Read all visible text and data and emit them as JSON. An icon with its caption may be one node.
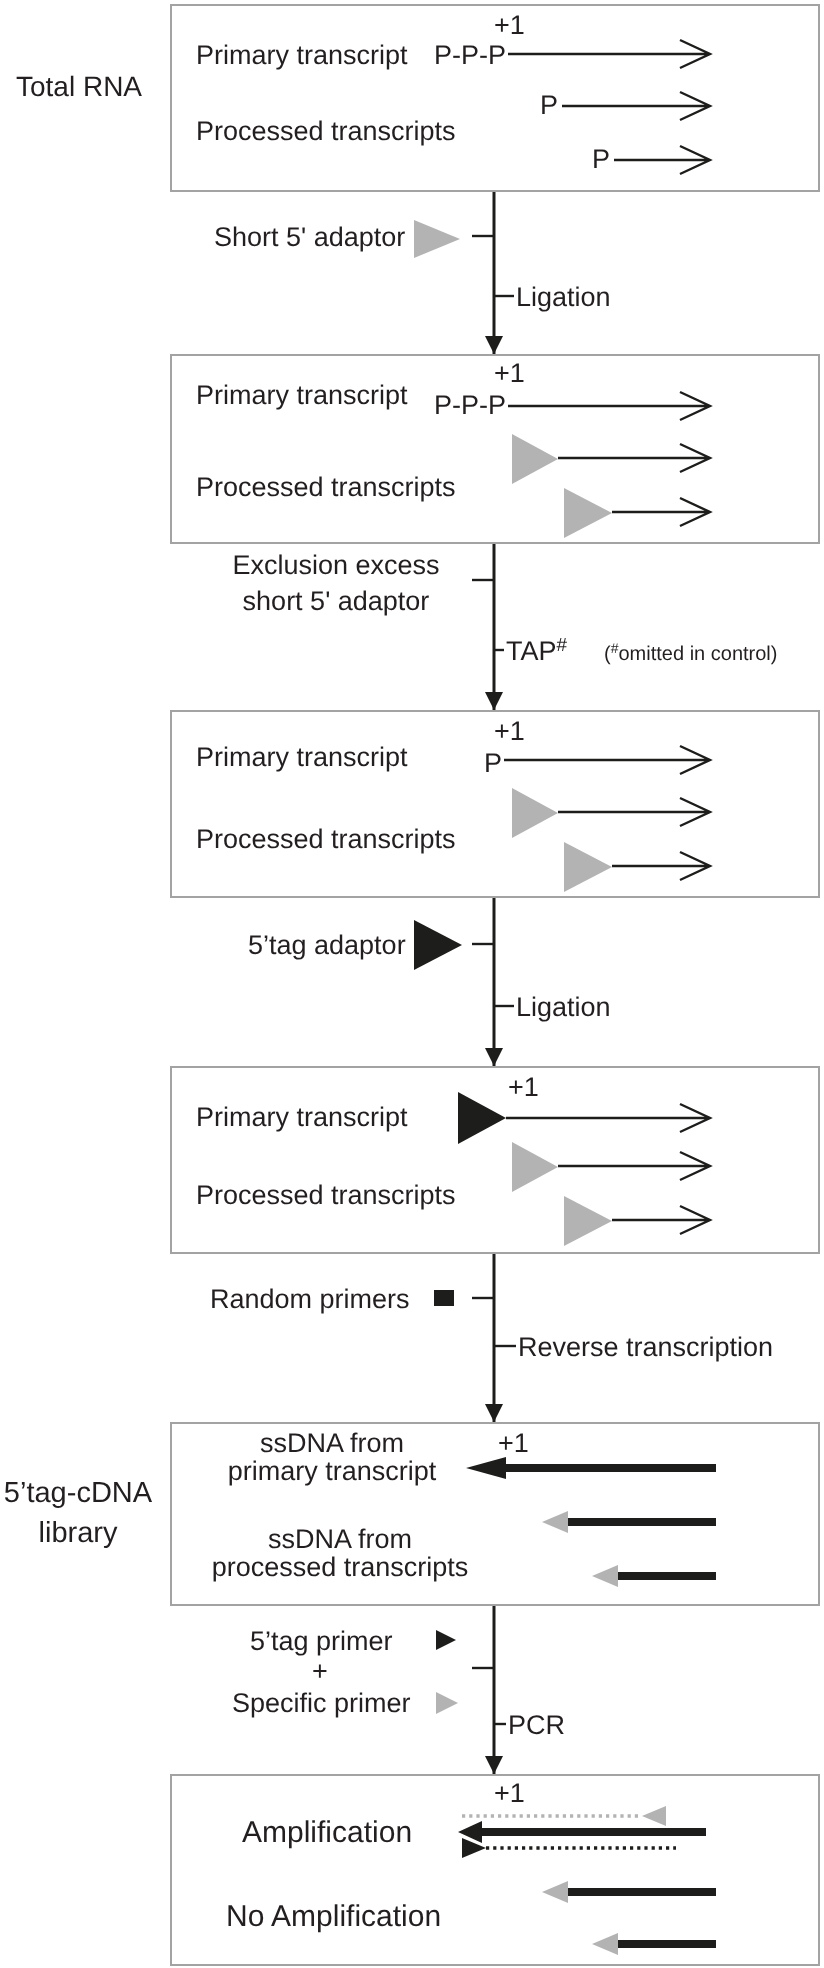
{
  "diagram": {
    "nodes": [
      {
        "text": [
          "Primary transcript",
          "+1",
          "P-P-P",
          "P",
          "Processed transcripts",
          "P"
        ],
        "beside": [
          "Total RNA"
        ]
      },
      {
        "text": [
          "Primary transcript",
          "+1",
          "P-P-P",
          "Processed transcripts"
        ]
      },
      {
        "text": [
          "Primary transcript",
          "+1",
          "P",
          "Processed transcripts"
        ]
      },
      {
        "text": [
          "Primary transcript",
          "+1",
          "Processed transcripts"
        ]
      },
      {
        "text": [
          "ssDNA from primary transcript",
          "+1",
          "ssDNA from processed transcripts"
        ],
        "beside": [
          "5’tag-cDNA library"
        ]
      },
      {
        "text": [
          "+1",
          "Amplification",
          "No Amplification"
        ]
      }
    ],
    "edges": [
      {
        "from": 0,
        "to": 1,
        "arrow": "to",
        "label": "Ligation"
      },
      {
        "from": 1,
        "to": 2,
        "arrow": "to",
        "label": "TAP$^{#}$"
      },
      {
        "from": 2,
        "to": 3,
        "arrow": "to",
        "label": "Ligation"
      },
      {
        "from": 3,
        "to": 4,
        "arrow": "to",
        "label": "Reverse transcription"
      },
      {
        "from": 4,
        "to": 5,
        "arrow": "to",
        "label": "PCR"
      }
    ],
    "labels": [
      "Short 5' adaptor",
      "Exclusion excess short 5' adaptor",
      "($^{#}$omitted in control)",
      "5’tag adaptor",
      "Random primers",
      "5’tag primer",
      "+",
      "Specific primer"
    ]
  }
}
